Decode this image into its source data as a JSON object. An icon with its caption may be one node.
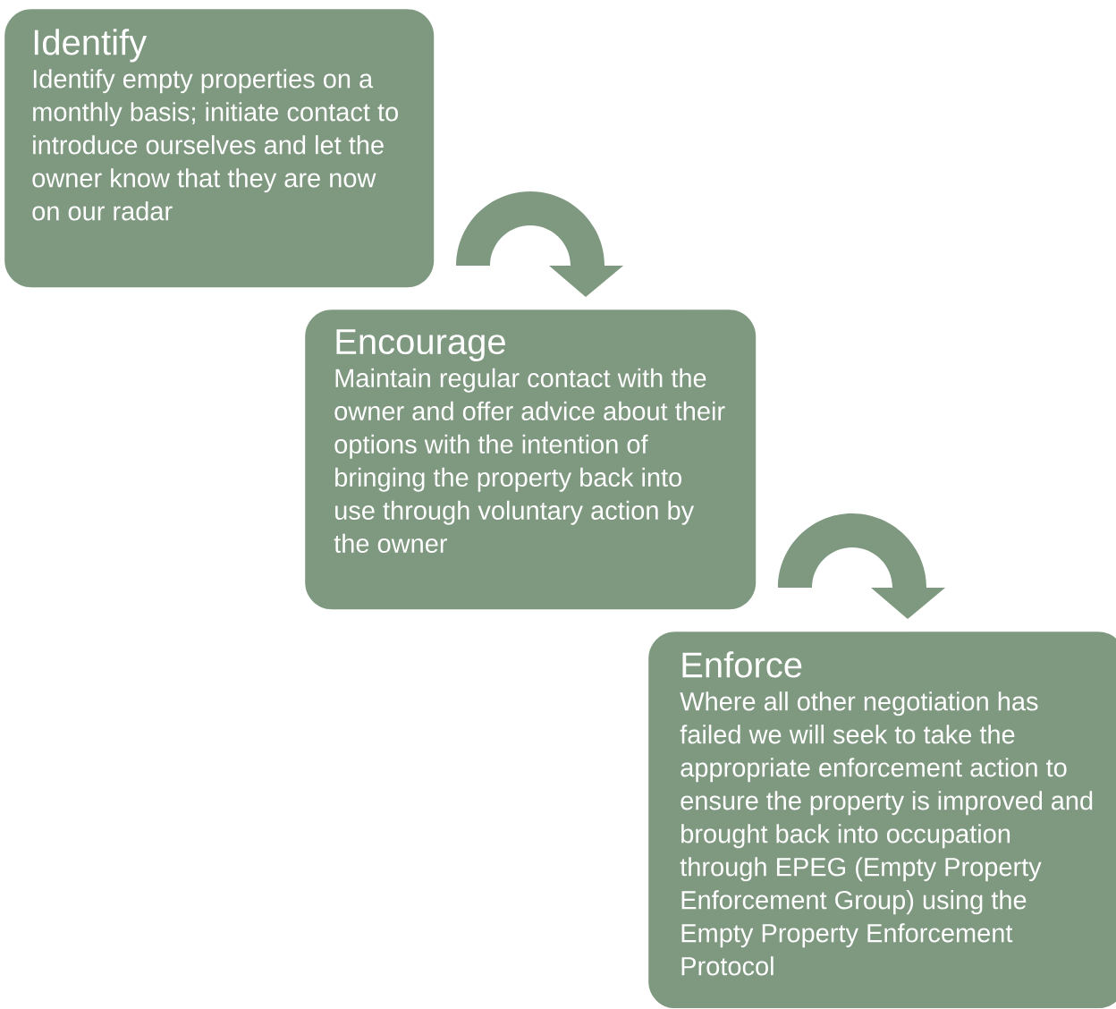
{
  "diagram": {
    "nodes": [
      {
        "text": [
          "Identify",
          "Identify empty properties on a monthly basis; initiate contact to introduce ourselves and let the owner know that they are now on our radar"
        ]
      },
      {
        "text": [
          "Encourage",
          "Maintain regular contact with the owner and offer advice about their options with the intention of bringing the property back into use through voluntary action by the owner"
        ]
      },
      {
        "text": [
          "Enforce",
          "Where all other negotiation has failed we will seek to take the appropriate enforcement action to ensure the property is improved and brought back into occupation through EPEG (Empty Property Enforcement Group) using the Empty Property Enforcement Protocol"
        ]
      }
    ],
    "edges": [
      {
        "from": 0,
        "to": 1,
        "arrow": "to"
      },
      {
        "from": 1,
        "to": 2,
        "arrow": "to"
      }
    ]
  }
}
